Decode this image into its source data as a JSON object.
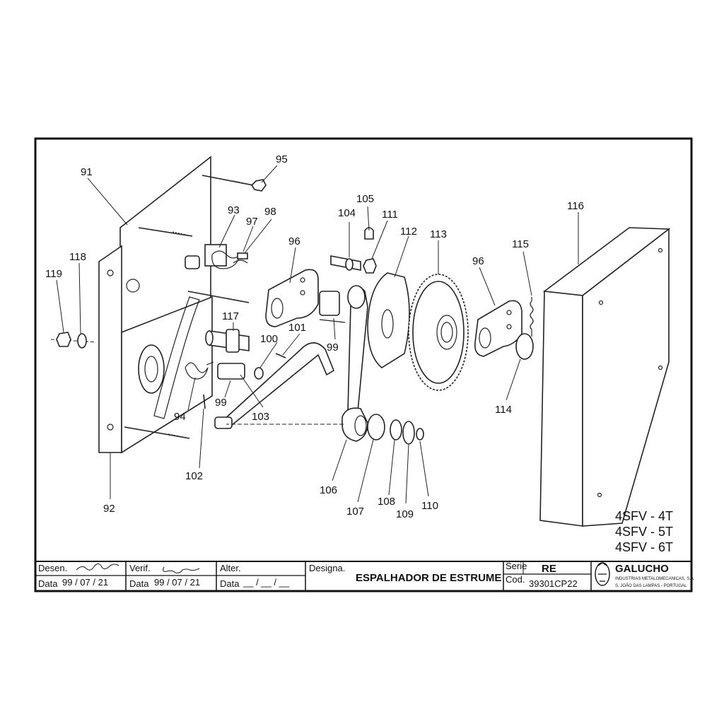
{
  "drawing": {
    "callouts": [
      {
        "id": "91",
        "label": "91"
      },
      {
        "id": "92",
        "label": "92"
      },
      {
        "id": "93",
        "label": "93"
      },
      {
        "id": "94",
        "label": "94"
      },
      {
        "id": "95",
        "label": "95"
      },
      {
        "id": "96a",
        "label": "96"
      },
      {
        "id": "96b",
        "label": "96"
      },
      {
        "id": "97",
        "label": "97"
      },
      {
        "id": "98",
        "label": "98"
      },
      {
        "id": "99a",
        "label": "99"
      },
      {
        "id": "99b",
        "label": "99"
      },
      {
        "id": "100",
        "label": "100"
      },
      {
        "id": "101",
        "label": "101"
      },
      {
        "id": "102",
        "label": "102"
      },
      {
        "id": "103",
        "label": "103"
      },
      {
        "id": "104",
        "label": "104"
      },
      {
        "id": "105",
        "label": "105"
      },
      {
        "id": "106",
        "label": "106"
      },
      {
        "id": "107",
        "label": "107"
      },
      {
        "id": "108",
        "label": "108"
      },
      {
        "id": "109",
        "label": "109"
      },
      {
        "id": "110",
        "label": "110"
      },
      {
        "id": "111",
        "label": "111"
      },
      {
        "id": "112",
        "label": "112"
      },
      {
        "id": "113",
        "label": "113"
      },
      {
        "id": "114",
        "label": "114"
      },
      {
        "id": "115",
        "label": "115"
      },
      {
        "id": "116",
        "label": "116"
      },
      {
        "id": "117",
        "label": "117"
      },
      {
        "id": "118",
        "label": "118"
      },
      {
        "id": "119",
        "label": "119"
      }
    ],
    "models": [
      "4SFV - 4T",
      "4SFV - 5T",
      "4SFV - 6T"
    ]
  },
  "title_block": {
    "desen_label": "Desen.",
    "verif_label": "Verif.",
    "alter_label": "Alter.",
    "designa_label": "Designa.",
    "data_label": "Data",
    "desen_date": "99 / 07 / 21",
    "verif_date": "99 / 07 / 21",
    "alter_date": "__ / __ / __",
    "title": "ESPALHADOR DE ESTRUME",
    "serie_label": "Serie",
    "serie_value": "RE",
    "cod_label": "Cod.",
    "cod_value": "39301CP22",
    "company_name": "GALUCHO",
    "company_sub": "INDUSTRIAS METALOMECANICAS, S.A.",
    "company_place": "S. JOÃO DAS LAMPAS - PORTUGAL"
  }
}
